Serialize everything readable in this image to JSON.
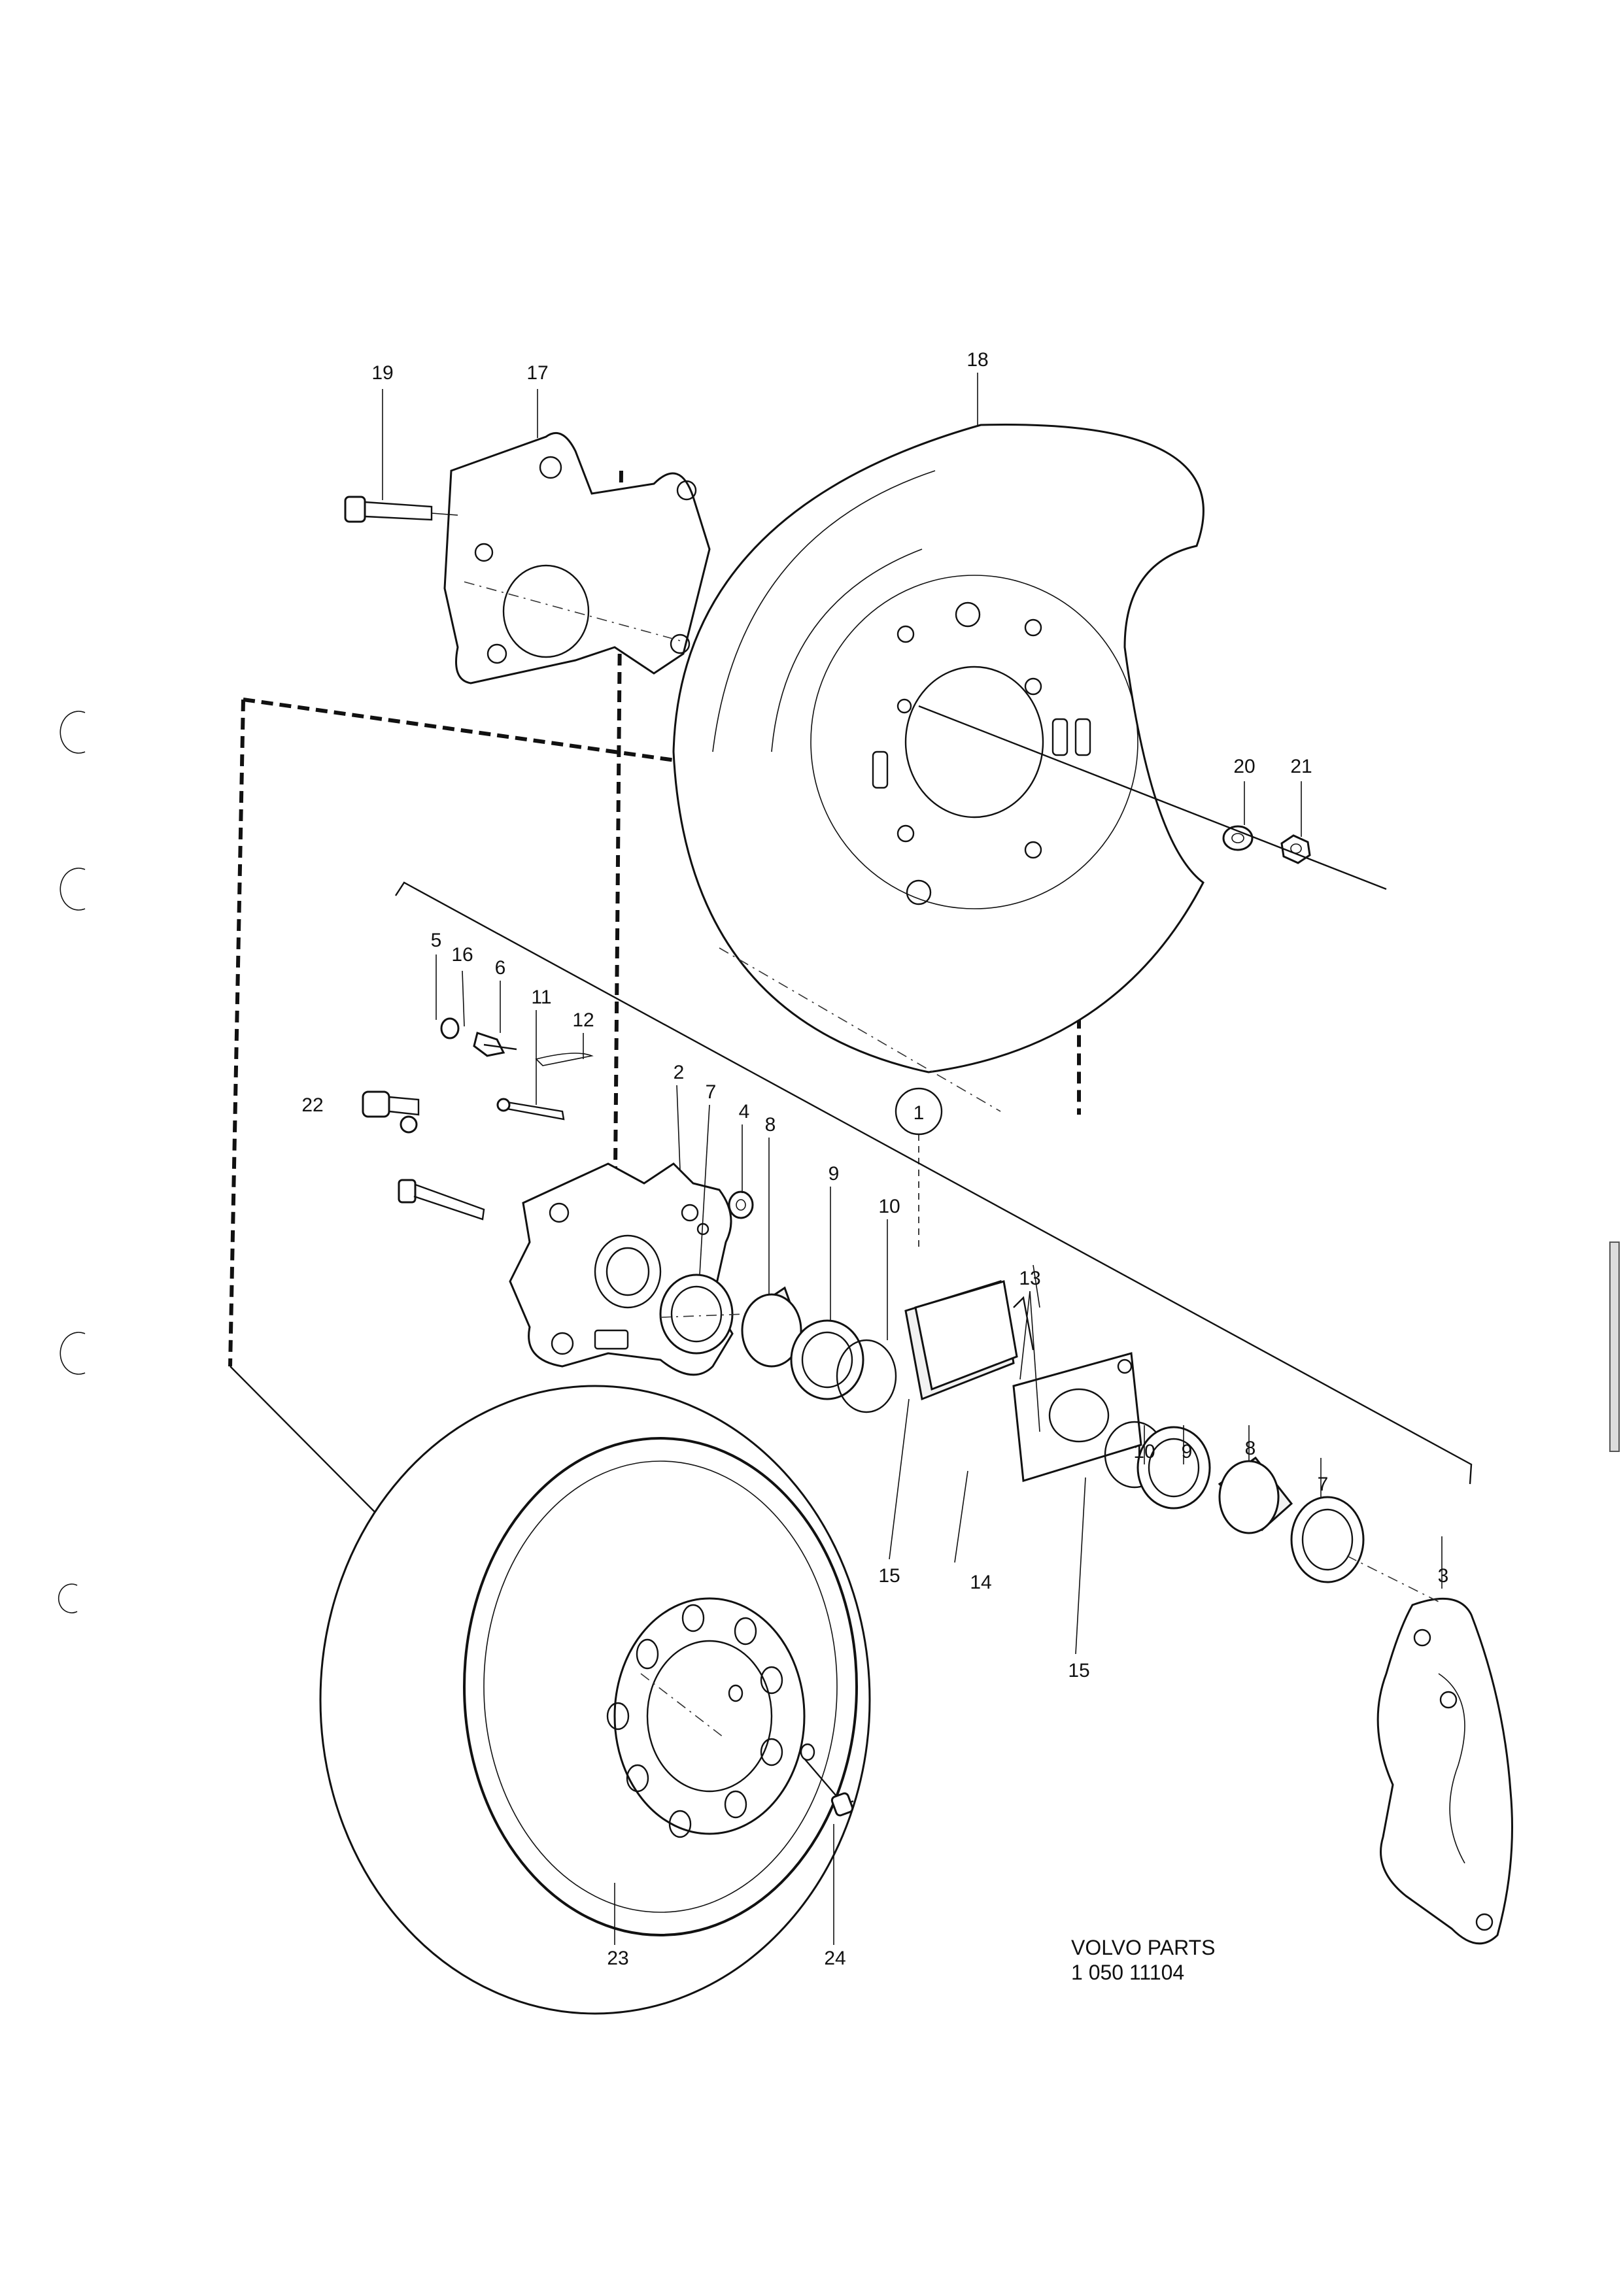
{
  "callouts": {
    "c1": "1",
    "c2": "2",
    "c3": "3",
    "c4": "4",
    "c5": "5",
    "c6": "6",
    "c7a": "7",
    "c7b": "7",
    "c8a": "8",
    "c8b": "8",
    "c9a": "9",
    "c9b": "9",
    "c10a": "10",
    "c10b": "10",
    "c11": "11",
    "c12": "12",
    "c13": "13",
    "c14": "14",
    "c15a": "15",
    "c15b": "15",
    "c16": "16",
    "c17": "17",
    "c18": "18",
    "c19": "19",
    "c20": "20",
    "c21": "21",
    "c22": "22",
    "c23": "23",
    "c24": "24"
  },
  "footer": {
    "brand": "VOLVO PARTS",
    "code": "1 050 11104"
  }
}
